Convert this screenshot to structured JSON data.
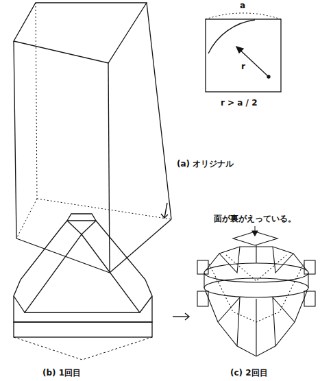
{
  "diagram": {
    "labels": [
      "a",
      "r",
      "r > a / 2",
      "(a) オリジナル",
      "面が裏がえっている。",
      "(b) 1回目",
      "(c) 2回目"
    ]
  }
}
